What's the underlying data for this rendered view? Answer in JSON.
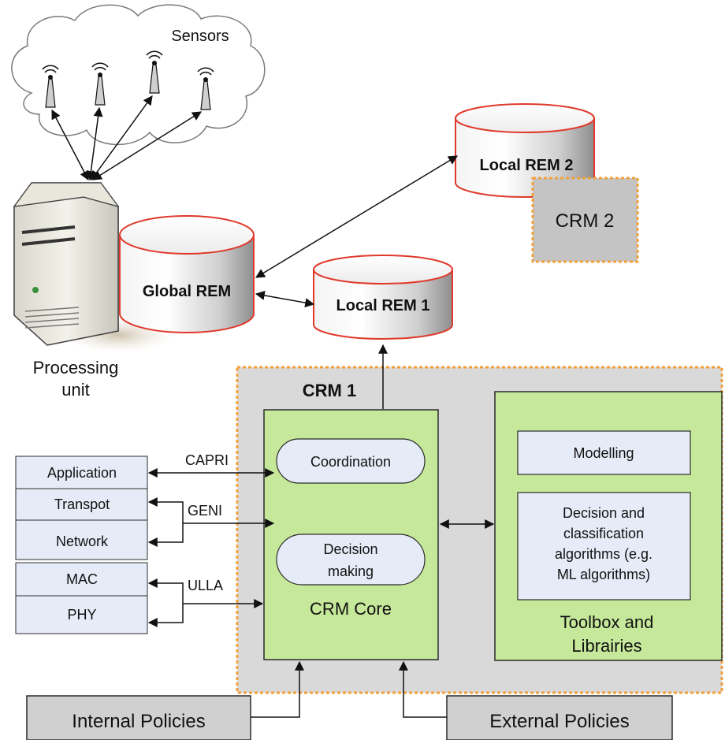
{
  "sensors": {
    "label": "Sensors"
  },
  "processing_unit": {
    "line1": "Processing",
    "line2": "unit"
  },
  "global_rem": {
    "label": "Global REM"
  },
  "local_rem_1": {
    "label": "Local REM 1"
  },
  "local_rem_2": {
    "label": "Local REM 2"
  },
  "crm_2": {
    "label": "CRM 2"
  },
  "crm_1": {
    "title": "CRM 1",
    "core": {
      "title": "CRM Core",
      "coordination": "Coordination",
      "decision_making": {
        "line1": "Decision",
        "line2": "making"
      }
    },
    "toolbox": {
      "title_line1": "Toolbox and",
      "title_line2": "Librairies",
      "modelling": "Modelling",
      "algorithms": [
        "Decision and",
        "classification",
        "algorithms (e.g.",
        "ML algorithms)"
      ]
    }
  },
  "stack": {
    "layers": [
      "Application",
      "Transpot",
      "Network",
      "MAC",
      "PHY"
    ],
    "interfaces": [
      "CAPRI",
      "GENI",
      "ULLA"
    ]
  },
  "policies": {
    "internal": "Internal Policies",
    "external": "External Policies"
  },
  "colors": {
    "rem_outline": "#e0392b",
    "crm_border": "#f2a03a",
    "crm_bg": "#d9d9d9",
    "core_fill": "#c6e89a",
    "core_border": "#2b2b2b",
    "box_fill": "#e6ecf7"
  }
}
